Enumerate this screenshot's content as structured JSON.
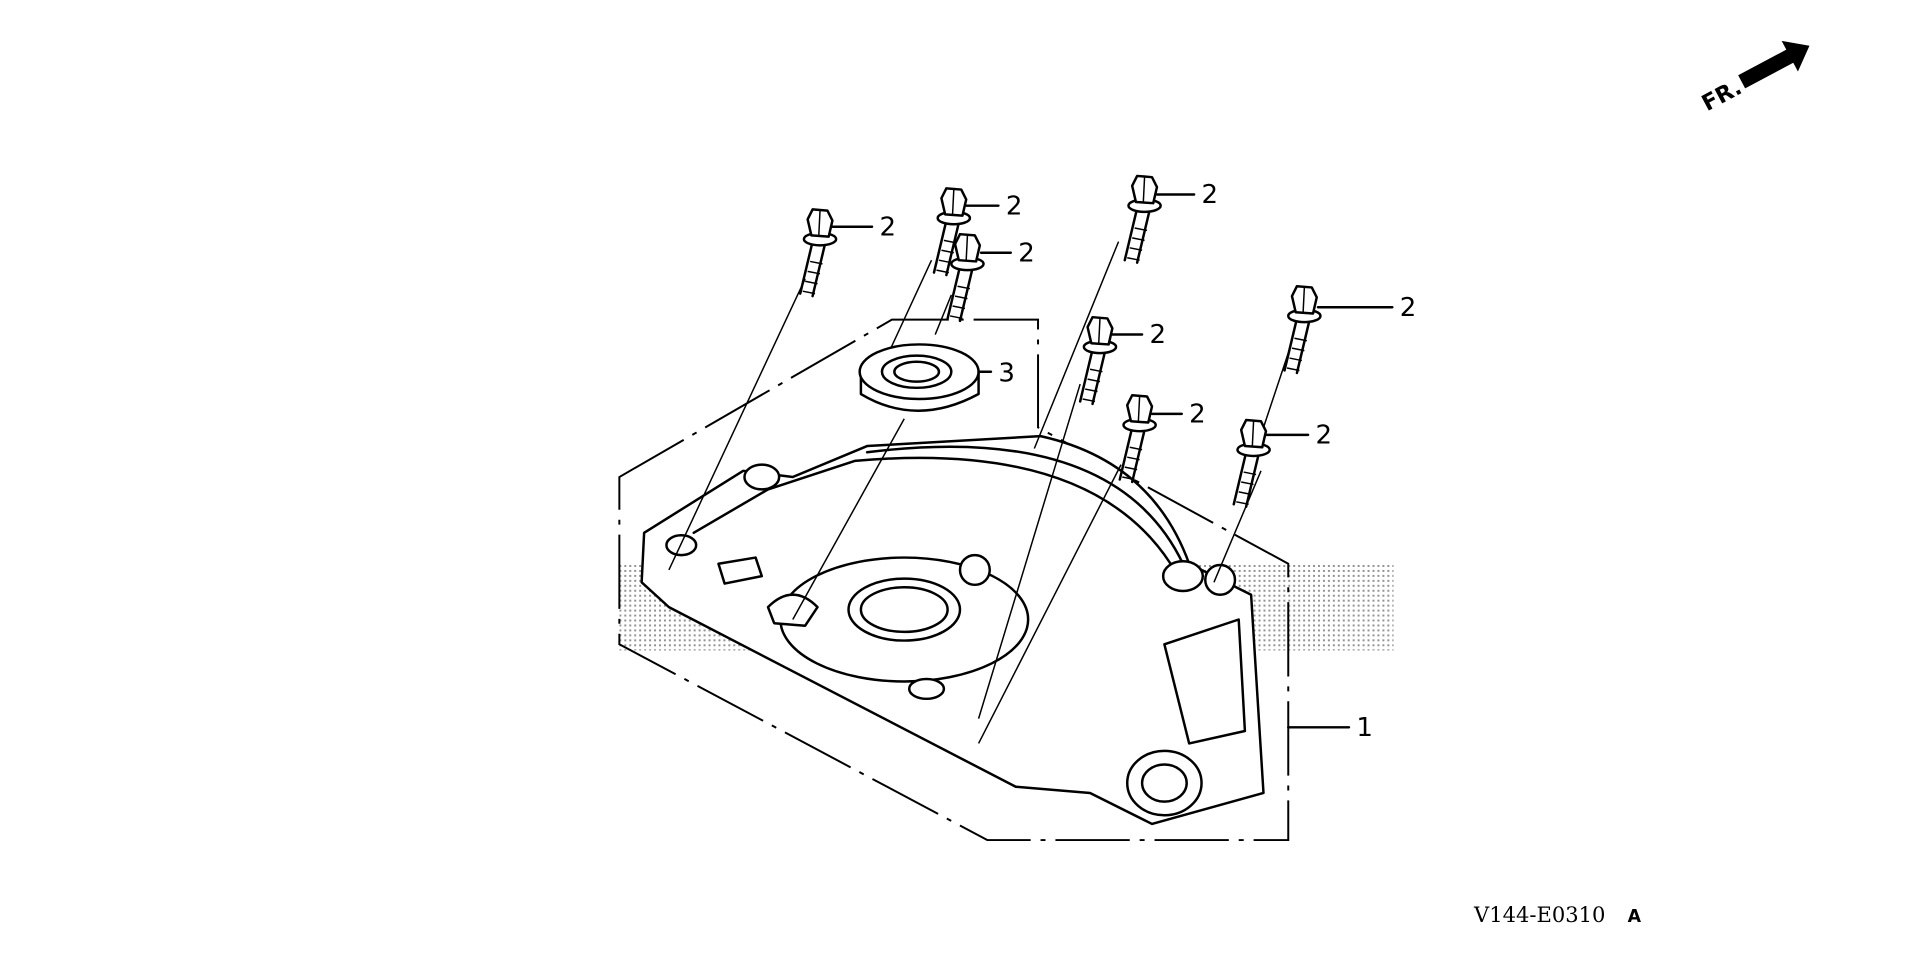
{
  "diagram": {
    "front_indicator": "FR.",
    "drawing_code": "V144-E0310",
    "drawing_revision": "A",
    "callouts": [
      {
        "part": "1",
        "name": "cover"
      },
      {
        "part": "2",
        "name": "flange-bolt"
      },
      {
        "part": "2",
        "name": "flange-bolt"
      },
      {
        "part": "2",
        "name": "flange-bolt"
      },
      {
        "part": "2",
        "name": "flange-bolt"
      },
      {
        "part": "2",
        "name": "flange-bolt"
      },
      {
        "part": "2",
        "name": "flange-bolt"
      },
      {
        "part": "2",
        "name": "flange-bolt"
      },
      {
        "part": "2",
        "name": "flange-bolt"
      },
      {
        "part": "3",
        "name": "oil-seal"
      }
    ]
  }
}
